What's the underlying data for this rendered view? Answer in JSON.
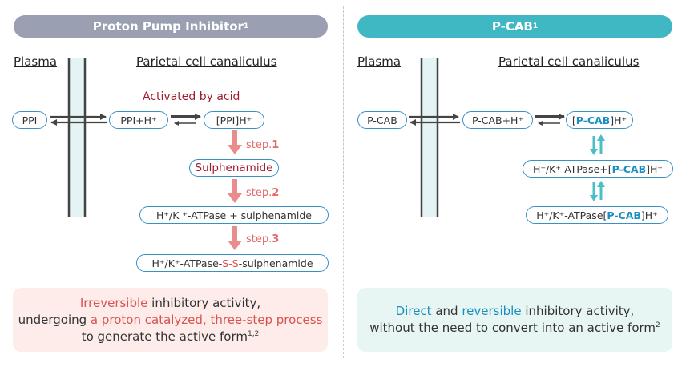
{
  "left": {
    "header": "Proton Pump Inhibitor",
    "header_sup": "1",
    "plasma_label": "Plasma",
    "canaliculus_label": "Parietal cell canaliculus",
    "activated_label": "Activated by acid",
    "nodes": {
      "ppi": "PPI",
      "ppi_h": "PPI+H⁺",
      "ppi_bracket": "[PPI]H⁺",
      "sulphenamide": "Sulphenamide",
      "atpase_sulph": "H⁺/K ⁺-ATPase + sulphenamide",
      "final_prefix": "H⁺/K⁺-ATPase-",
      "final_ss": "S-S",
      "final_suffix": "-sulphenamide"
    },
    "steps": [
      {
        "prefix": "step.",
        "num": "1"
      },
      {
        "prefix": "step.",
        "num": "2"
      },
      {
        "prefix": "step.",
        "num": "3"
      }
    ],
    "note": {
      "l1_hl": "Irreversible",
      "l1_rest": " inhibitory activity,",
      "l2_pre": "undergoing ",
      "l2_hl": "a proton catalyzed, three-step process",
      "l3": "to generate the active form",
      "l3_sup": "1,2"
    }
  },
  "right": {
    "header": "P-CAB",
    "header_sup": "1",
    "plasma_label": "Plasma",
    "canaliculus_label": "Parietal cell canaliculus",
    "nodes": {
      "pcab": "P-CAB",
      "pcab_h": "P-CAB+H⁺",
      "b1_open": "[",
      "b1_pcab": "P-CAB",
      "b1_close": "]H⁺",
      "b2_pre": "H⁺/K⁺-ATPase+[",
      "b2_pcab": "P-CAB",
      "b2_post": "]H⁺",
      "b3_pre": "H⁺/K⁺-ATPase[",
      "b3_pcab": "P-CAB",
      "b3_post": "]H⁺"
    },
    "note": {
      "l1_hl1": "Direct",
      "l1_mid": " and ",
      "l1_hl2": "reversible",
      "l1_rest": " inhibitory activity,",
      "l2": "without the need to convert into an active form",
      "l2_sup": "2"
    }
  },
  "colors": {
    "left_header": "#9aa0b2",
    "right_header": "#40b8c4",
    "membrane_fill": "#e4f3f3",
    "red_arrow": "#e98c8c",
    "teal_arrow": "#4cbec6",
    "left_note_bg": "#fdecea",
    "right_note_bg": "#e7f5f3"
  }
}
